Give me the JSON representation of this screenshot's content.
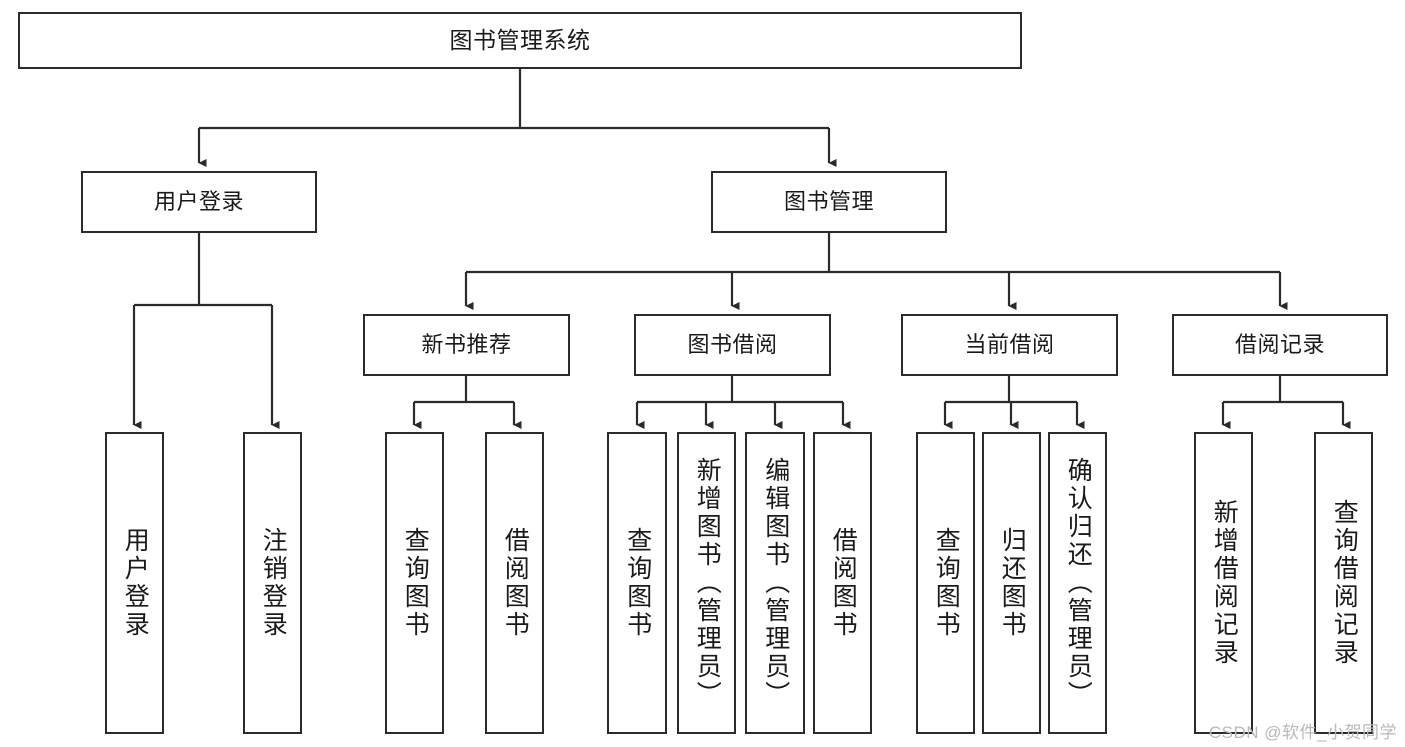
{
  "diagram": {
    "title": "图书管理系统",
    "type": "tree",
    "watermark": "CSDN @软件_小贺同学",
    "colors": {
      "stroke": "#2b2b2b",
      "fill": "#ffffff",
      "text": "#1a1a1a",
      "watermark": "#b9b9b9"
    },
    "levels": {
      "root": {
        "label": "图书管理系统"
      },
      "level2": [
        {
          "label": "用户登录"
        },
        {
          "label": "图书管理"
        }
      ],
      "level3": [
        {
          "label": "新书推荐"
        },
        {
          "label": "图书借阅"
        },
        {
          "label": "当前借阅"
        },
        {
          "label": "借阅记录"
        }
      ],
      "leaves": {
        "user_login": [
          {
            "label": "用户登录"
          },
          {
            "label": "注销登录"
          }
        ],
        "new_book_recommend": [
          {
            "label": "查询图书"
          },
          {
            "label": "借阅图书"
          }
        ],
        "book_borrow": [
          {
            "label": "查询图书"
          },
          {
            "label": "新增图书（管理员）"
          },
          {
            "label": "编辑图书（管理员）"
          },
          {
            "label": "借阅图书"
          }
        ],
        "current_borrow": [
          {
            "label": "查询图书"
          },
          {
            "label": "归还图书"
          },
          {
            "label": "确认归还（管理员）"
          }
        ],
        "borrow_records": [
          {
            "label": "新增借阅记录"
          },
          {
            "label": "查询借阅记录"
          }
        ]
      }
    }
  }
}
